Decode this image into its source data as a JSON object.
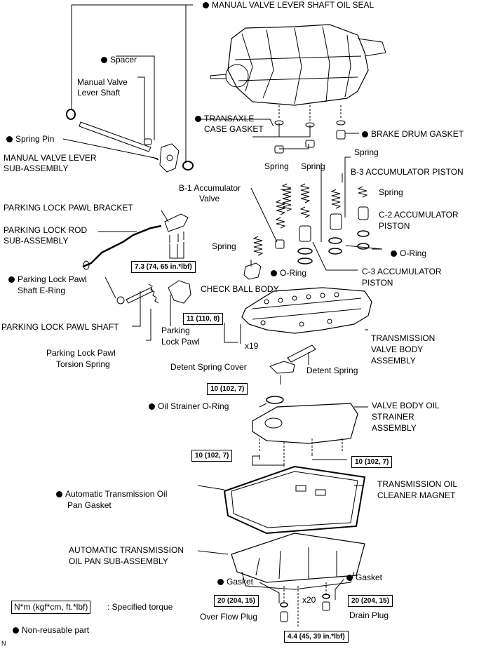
{
  "labels": {
    "manual_valve_lever_shaft_oil_seal": "MANUAL VALVE LEVER SHAFT OIL SEAL",
    "spacer": "Spacer",
    "manual_valve_lever_shaft_1": "Manual Valve",
    "manual_valve_lever_shaft_2": "Lever Shaft",
    "spring_pin": "Spring Pin",
    "manual_valve_lever_sub_1": "MANUAL VALVE LEVER",
    "manual_valve_lever_sub_2": "SUB-ASSEMBLY",
    "transaxle_case_gasket_1": "TRANSAXLE",
    "transaxle_case_gasket_2": "CASE GASKET",
    "brake_drum_gasket": "BRAKE DRUM GASKET",
    "spring_a": "Spring",
    "spring_b": "Spring",
    "spring_c": "Spring",
    "b3_accumulator_piston": "B-3 ACCUMULATOR PISTON",
    "b1_accumulator_valve_1": "B-1 Accumulator",
    "b1_accumulator_valve_2": "Valve",
    "spring_d": "Spring",
    "c2_accumulator_piston_1": "C-2 ACCUMULATOR",
    "c2_accumulator_piston_2": "PISTON",
    "parking_lock_pawl_bracket": "PARKING LOCK PAWL BRACKET",
    "parking_lock_rod_1": "PARKING LOCK ROD",
    "parking_lock_rod_2": "SUB-ASSEMBLY",
    "spring_e": "Spring",
    "o_ring_right": "O-Ring",
    "o_ring_mid": "O-Ring",
    "c3_accumulator_piston_1": "C-3 ACCUMULATOR",
    "c3_accumulator_piston_2": "PISTON",
    "parking_lock_pawl_shaft_e_ring_1": "Parking Lock Pawl",
    "parking_lock_pawl_shaft_e_ring_2": "Shaft E-Ring",
    "check_ball_body": "CHECK BALL BODY",
    "parking_lock_pawl_shaft": "PARKING LOCK PAWL SHAFT",
    "parking_lock_pawl_1": "Parking",
    "parking_lock_pawl_2": "Lock Pawl",
    "x19": "x19",
    "transmission_valve_body_1": "TRANSMISSION",
    "transmission_valve_body_2": "VALVE BODY",
    "transmission_valve_body_3": "ASSEMBLY",
    "parking_lock_pawl_torsion_spring_1": "Parking Lock Pawl",
    "parking_lock_pawl_torsion_spring_2": "Torsion Spring",
    "detent_spring_cover": "Detent Spring Cover",
    "detent_spring": "Detent Spring",
    "oil_strainer_o_ring": "Oil Strainer O-Ring",
    "valve_body_oil_strainer_1": "VALVE BODY OIL",
    "valve_body_oil_strainer_2": "STRAINER",
    "valve_body_oil_strainer_3": "ASSEMBLY",
    "atf_pan_gasket_1": "Automatic Transmission Oil",
    "atf_pan_gasket_2": "Pan Gasket",
    "transmission_oil_cleaner_magnet_1": "TRANSMISSION OIL",
    "transmission_oil_cleaner_magnet_2": "CLEANER MAGNET",
    "atf_oil_pan_1": "AUTOMATIC TRANSMISSION",
    "atf_oil_pan_2": "OIL PAN SUB-ASSEMBLY",
    "gasket_left": "Gasket",
    "gasket_right": "Gasket",
    "x20": "x20",
    "over_flow_plug": "Over Flow Plug",
    "drain_plug": "Drain Plug",
    "corner_mark": "N"
  },
  "torques": {
    "bracket_bolts": "7.3 (74, 65 in.*lbf)",
    "valve_body_bolts": "11 (110, 8)",
    "detent_bolt": "10 (102, 7)",
    "strainer_left": "10 (102, 7)",
    "strainer_right": "10 (102, 7)",
    "over_flow_plug": "20 (204, 15)",
    "drain_plug": "20 (204, 15)",
    "pan_bolts": "4.4 (45, 39 in.*lbf)"
  },
  "legend": {
    "torque_unit": "N*m (kgf*cm, ft.*lbf)",
    "torque_desc": ": Specified torque",
    "non_reusable": "Non-reusable part"
  }
}
